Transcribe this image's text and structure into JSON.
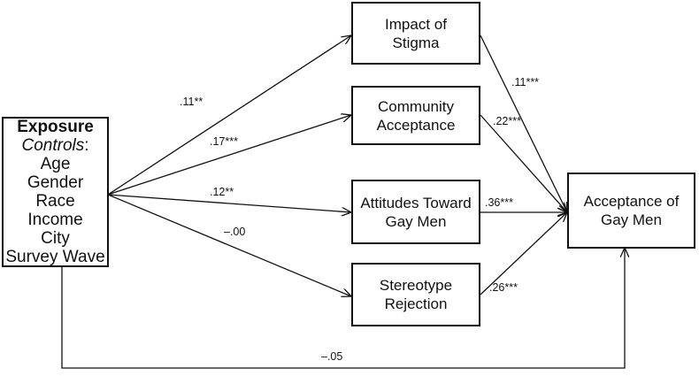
{
  "exposure": {
    "title": "Exposure",
    "controls_label": "Controls",
    "controls_colon": ":",
    "controls": [
      "Age",
      "Gender",
      "Race",
      "Income",
      "City",
      "Survey Wave"
    ]
  },
  "mediators": [
    {
      "line1": "Impact of",
      "line2": "Stigma"
    },
    {
      "line1": "Community",
      "line2": "Acceptance"
    },
    {
      "line1": "Attitudes Toward",
      "line2": "Gay Men"
    },
    {
      "line1": "Stereotype",
      "line2": "Rejection"
    }
  ],
  "outcome": {
    "line1": "Acceptance of",
    "line2": "Gay Men"
  },
  "paths_a": [
    ".11**",
    ".17***",
    ".12**",
    "–.00"
  ],
  "paths_b": [
    ".11***",
    ".22***",
    ".36***",
    ".26***"
  ],
  "direct_path": "–.05",
  "colors": {
    "line": "#111111",
    "background": "#ffffff"
  }
}
